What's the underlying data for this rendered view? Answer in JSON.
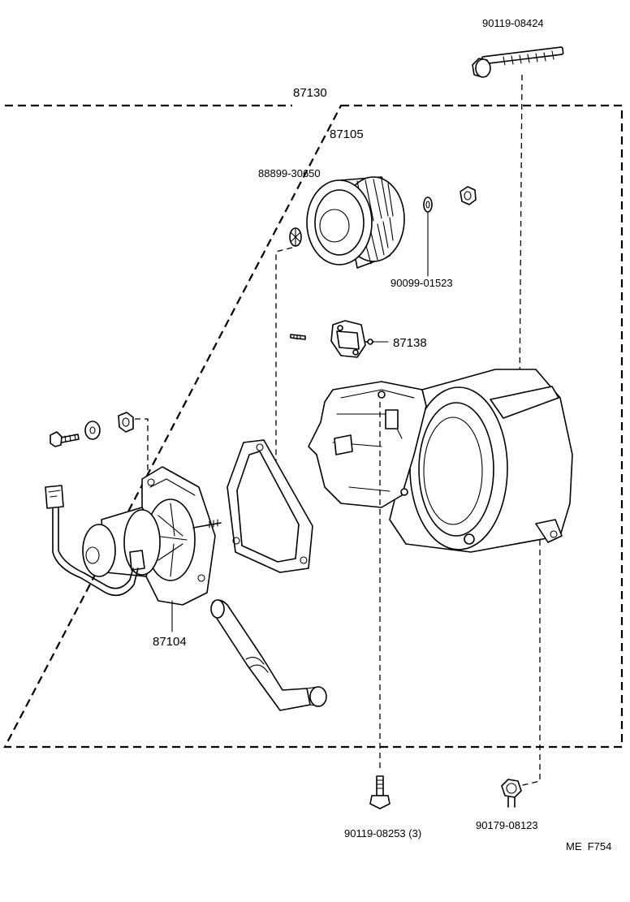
{
  "diagram": {
    "labels": {
      "bolt_top": "90119-08424",
      "assembly": "87130",
      "fan": "87105",
      "clip": "88899-30650",
      "washer": "90099-01523",
      "resistor": "87138",
      "motor": "87104",
      "bolt_bottom": "90119-08253 (3)",
      "bolt_right": "90179-08123",
      "figure_code": "ME  F754"
    }
  }
}
